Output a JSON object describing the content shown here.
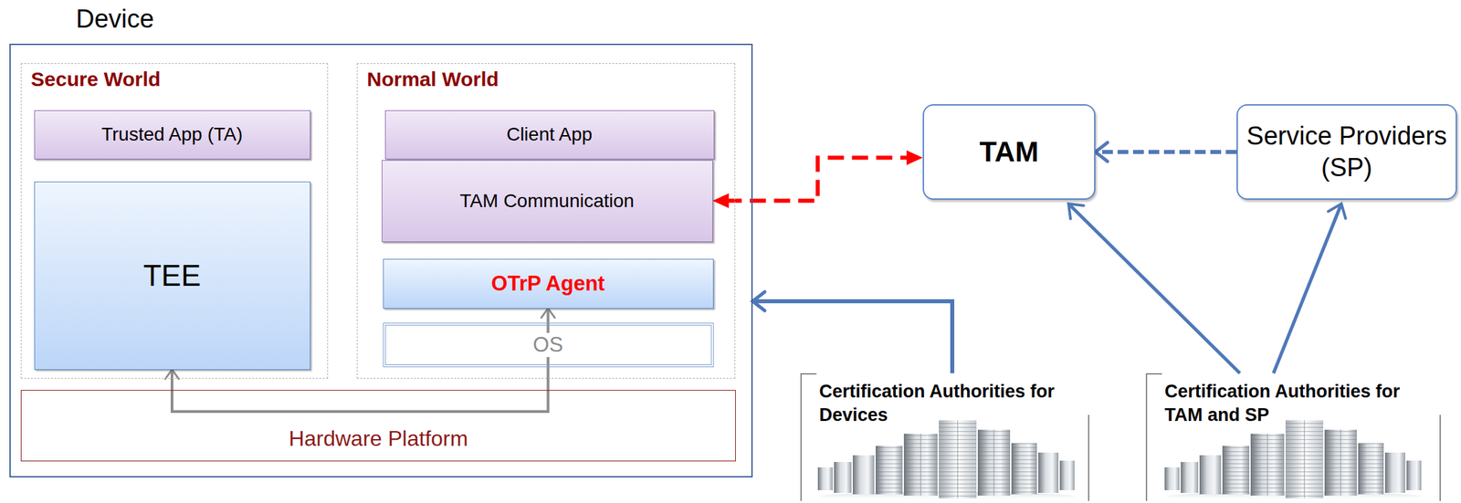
{
  "diagram": {
    "nodes": [
      {
        "text": [
          "Device"
        ]
      },
      {
        "text": [
          "Secure World"
        ],
        "in": 0
      },
      {
        "text": [
          "Trusted App (TA)"
        ],
        "in": 1
      },
      {
        "text": [
          "TEE"
        ],
        "in": 1
      },
      {
        "text": [
          "Normal World"
        ],
        "in": 0
      },
      {
        "text": [
          "Client App"
        ],
        "in": 4
      },
      {
        "text": [
          "TAM Communication"
        ],
        "in": 4
      },
      {
        "text": [
          "OTrP Agent"
        ],
        "in": 4
      },
      {
        "text": [
          "OS"
        ],
        "in": 4
      },
      {
        "text": [
          "Hardware Platform"
        ],
        "in": 0
      },
      {
        "text": [
          "TAM"
        ]
      },
      {
        "text": [
          "Service Providers (SP)"
        ]
      },
      {
        "text": [
          "Certification Authorities for Devices"
        ]
      },
      {
        "text": [
          "Certification Authorities for TAM and SP"
        ]
      }
    ],
    "edges": [
      {
        "from": 6,
        "to": 10,
        "arrow": "both"
      },
      {
        "from": 11,
        "to": 10,
        "arrow": "to"
      },
      {
        "from": 12,
        "to": 0,
        "arrow": "to"
      },
      {
        "from": 13,
        "to": 10,
        "arrow": "to"
      },
      {
        "from": 13,
        "to": 11,
        "arrow": "to"
      },
      {
        "from": 3,
        "to": 7,
        "arrow": "both"
      }
    ]
  }
}
